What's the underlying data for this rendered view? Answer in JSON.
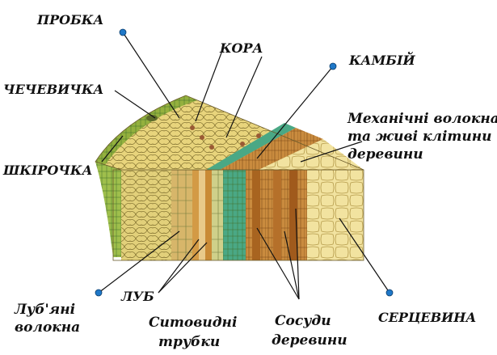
{
  "labels": {
    "probka": "ПРОБКА",
    "chechevychka": "ЧЕЧЕВИЧКА",
    "shkirochka": "ШКІРОЧКА",
    "kora": "КОРА",
    "kambiy": "КАМБІЙ",
    "mech_line1": "Механічні волокна",
    "mech_line2": "та живі клітини",
    "mech_line3": "деревини",
    "lub": "ЛУБ",
    "lubiani_line1": "Луб'яні",
    "lubiani_line2": "волокна",
    "sytovydni_line1": "Ситовидні",
    "sytovydni_line2": "трубки",
    "sosudy_line1": "Сосуди",
    "sosudy_line2": "деревини",
    "sertsevyna": "СЕРЦЕВИНА"
  },
  "colors": {
    "pointer_dot": "#1f78c8",
    "cork": "#8aa63a",
    "bark": "#e7d27a",
    "cambium": "#3e9f7d",
    "wood": "#c68437",
    "pith": "#f3e6a4"
  }
}
